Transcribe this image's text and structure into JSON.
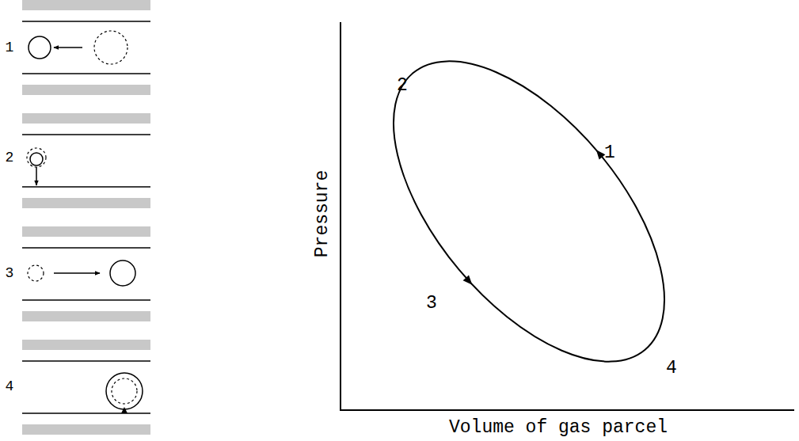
{
  "diagram": {
    "labels": [
      "1",
      "2",
      "3",
      "4",
      "2",
      "1",
      "Pressure",
      "3",
      "4",
      "Volume of gas parcel"
    ]
  }
}
